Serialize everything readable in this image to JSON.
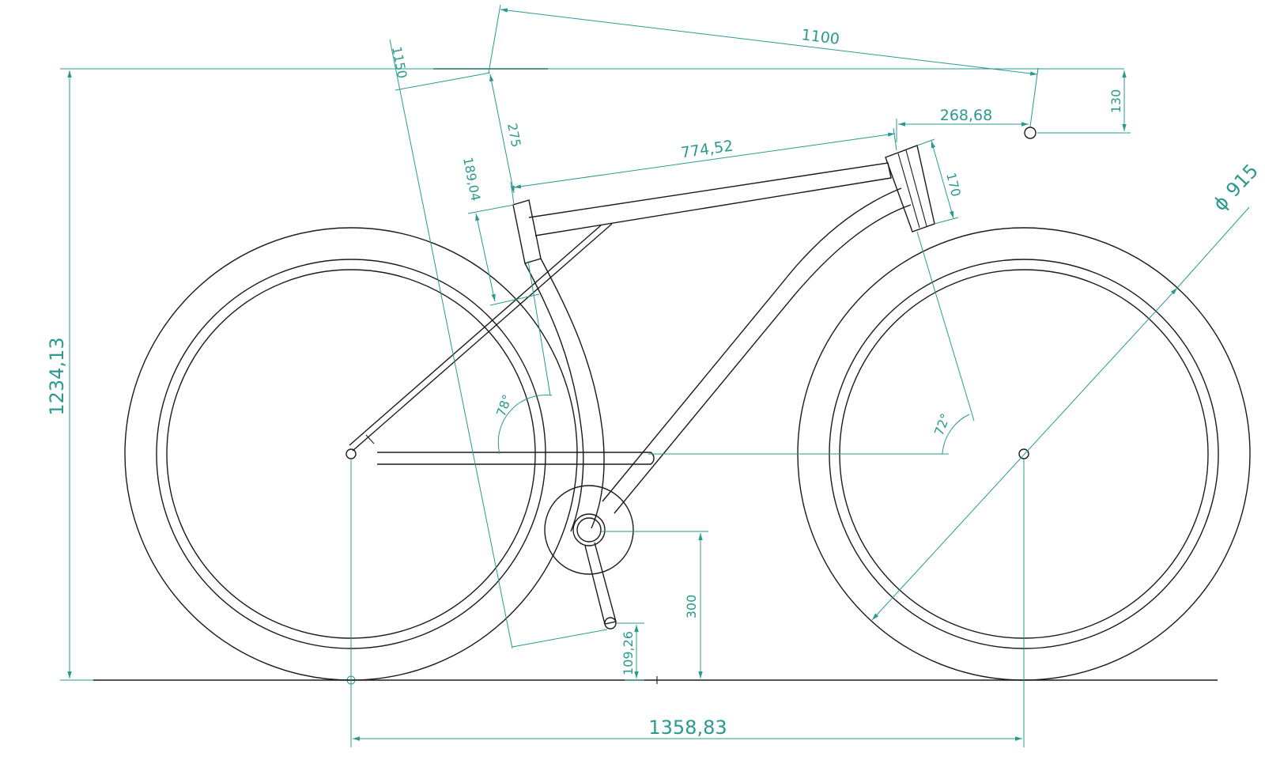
{
  "drawing": {
    "line_color": "#1a1a1a",
    "dimension_color": "#2a9a8e",
    "background": "#ffffff"
  },
  "dimensions": {
    "overall_height": "1234,13",
    "wheelbase": "1358,83",
    "wheel_diameter_symbol": "ϕ",
    "wheel_diameter": "915",
    "handlebar_reach": "1100",
    "saddle_reach": "1150",
    "seatpost_extension": "275",
    "top_tube_length": "774,52",
    "seat_tube_length": "189,04",
    "stem_length": "268,68",
    "handlebar_rise": "130",
    "head_tube_length": "170",
    "crank_length": "109,26",
    "bottom_bracket_height": "300",
    "seat_angle": "78°",
    "head_angle": "72°"
  }
}
